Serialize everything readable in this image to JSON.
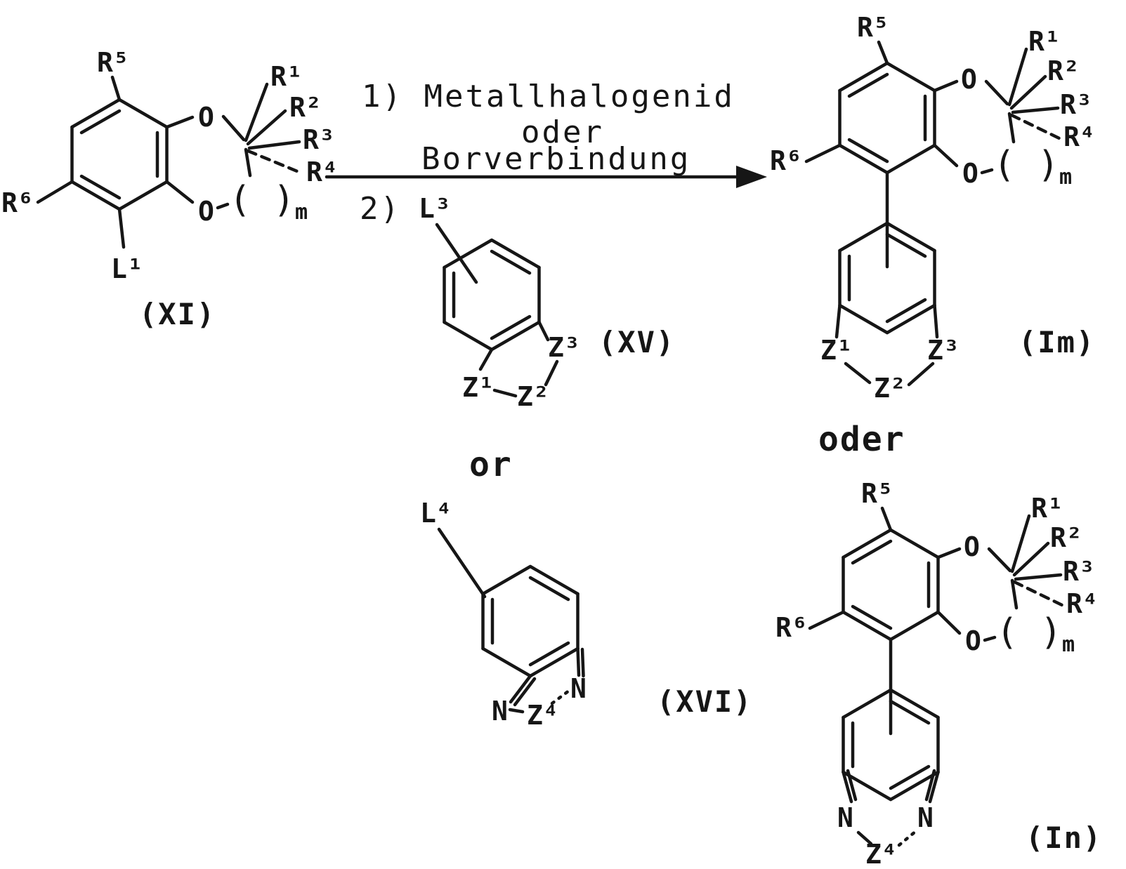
{
  "page": {
    "background": "#ffffff",
    "ink": "#161616"
  },
  "conditions": {
    "step1": "1) Metallhalogenid",
    "step1_or": "oder",
    "step1_alt": "Borverbindung",
    "step2": "2)"
  },
  "connectors": {
    "or": "or",
    "oder": "oder"
  },
  "captions": {
    "xi": "(XI)",
    "xv": "(XV)",
    "xvi": "(XVI)",
    "im": "(Im)",
    "in": "(In)"
  },
  "atoms": {
    "R1": "R¹",
    "R2": "R²",
    "R3": "R³",
    "R4": "R⁴",
    "R5": "R⁵",
    "R6": "R⁶",
    "L1": "L¹",
    "L3": "L³",
    "L4": "L⁴",
    "Z1": "Z¹",
    "Z2": "Z²",
    "Z3": "Z³",
    "Z4": "Z⁴",
    "O": "O",
    "N": "N",
    "m": "m",
    "chain_parens": "( )"
  }
}
